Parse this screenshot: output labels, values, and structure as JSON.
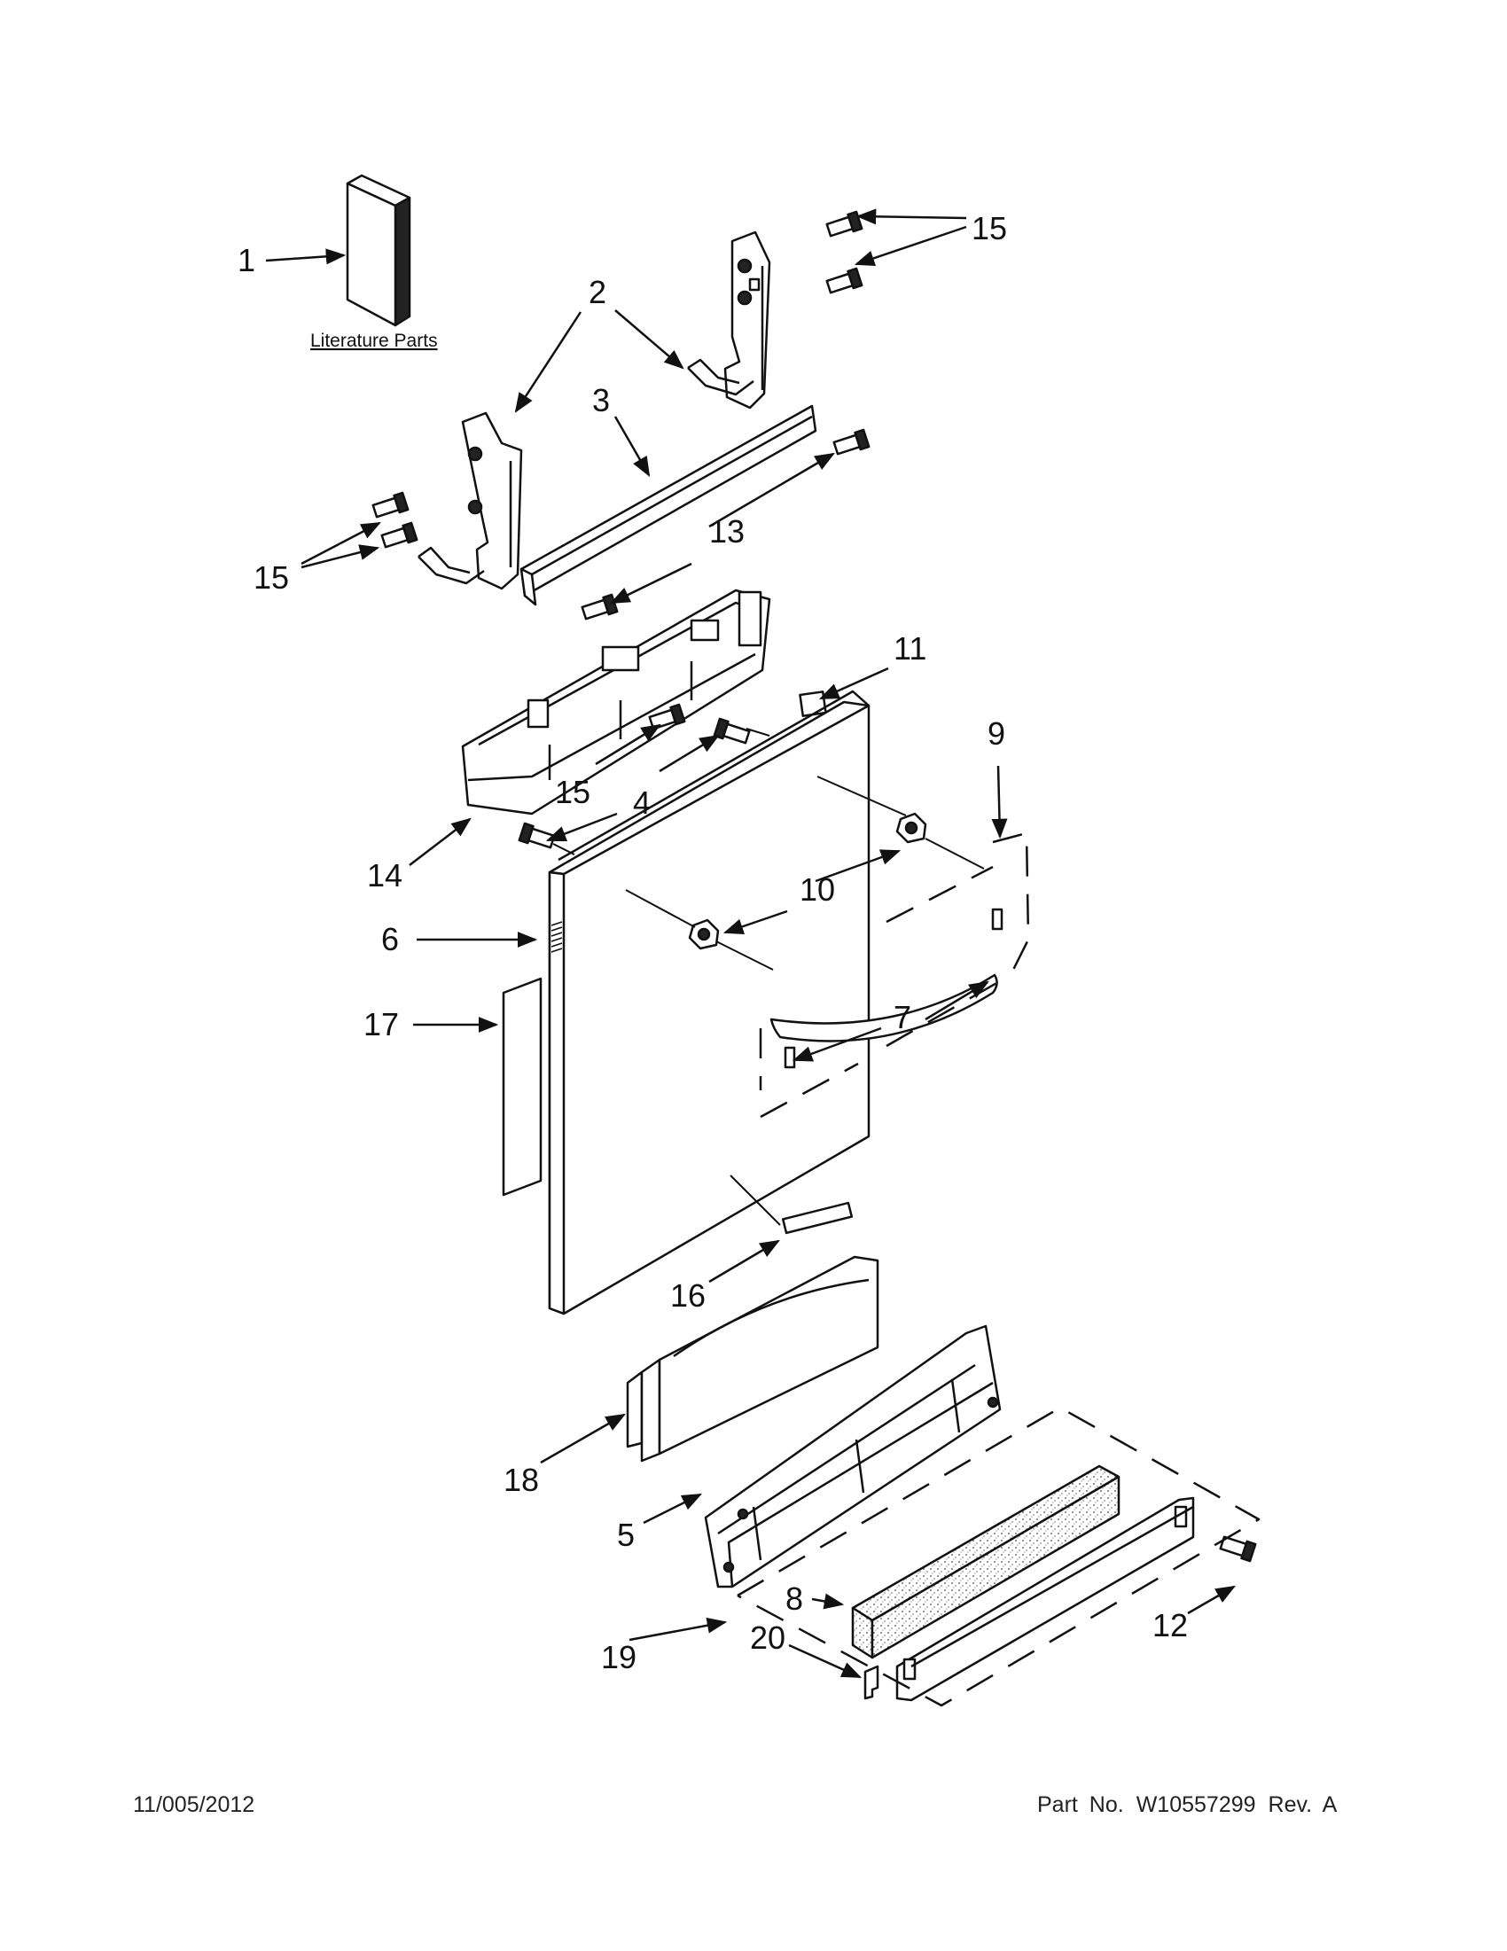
{
  "diagram": {
    "literature_label": "Literature Parts",
    "callouts": {
      "c1": "1",
      "c2": "2",
      "c3": "3",
      "c4": "4",
      "c5": "5",
      "c6": "6",
      "c7": "7",
      "c8": "8",
      "c9": "9",
      "c10": "10",
      "c11": "11",
      "c12": "12",
      "c13": "13",
      "c14": "14",
      "c15a": "15",
      "c15b": "15",
      "c15c": "15",
      "c16": "16",
      "c17": "17",
      "c18": "18",
      "c19": "19",
      "c20": "20"
    }
  },
  "footer": {
    "date": "11/005/2012",
    "part_prefix": "Part No.",
    "part_number": "W10557299",
    "revision": "Rev. A"
  }
}
